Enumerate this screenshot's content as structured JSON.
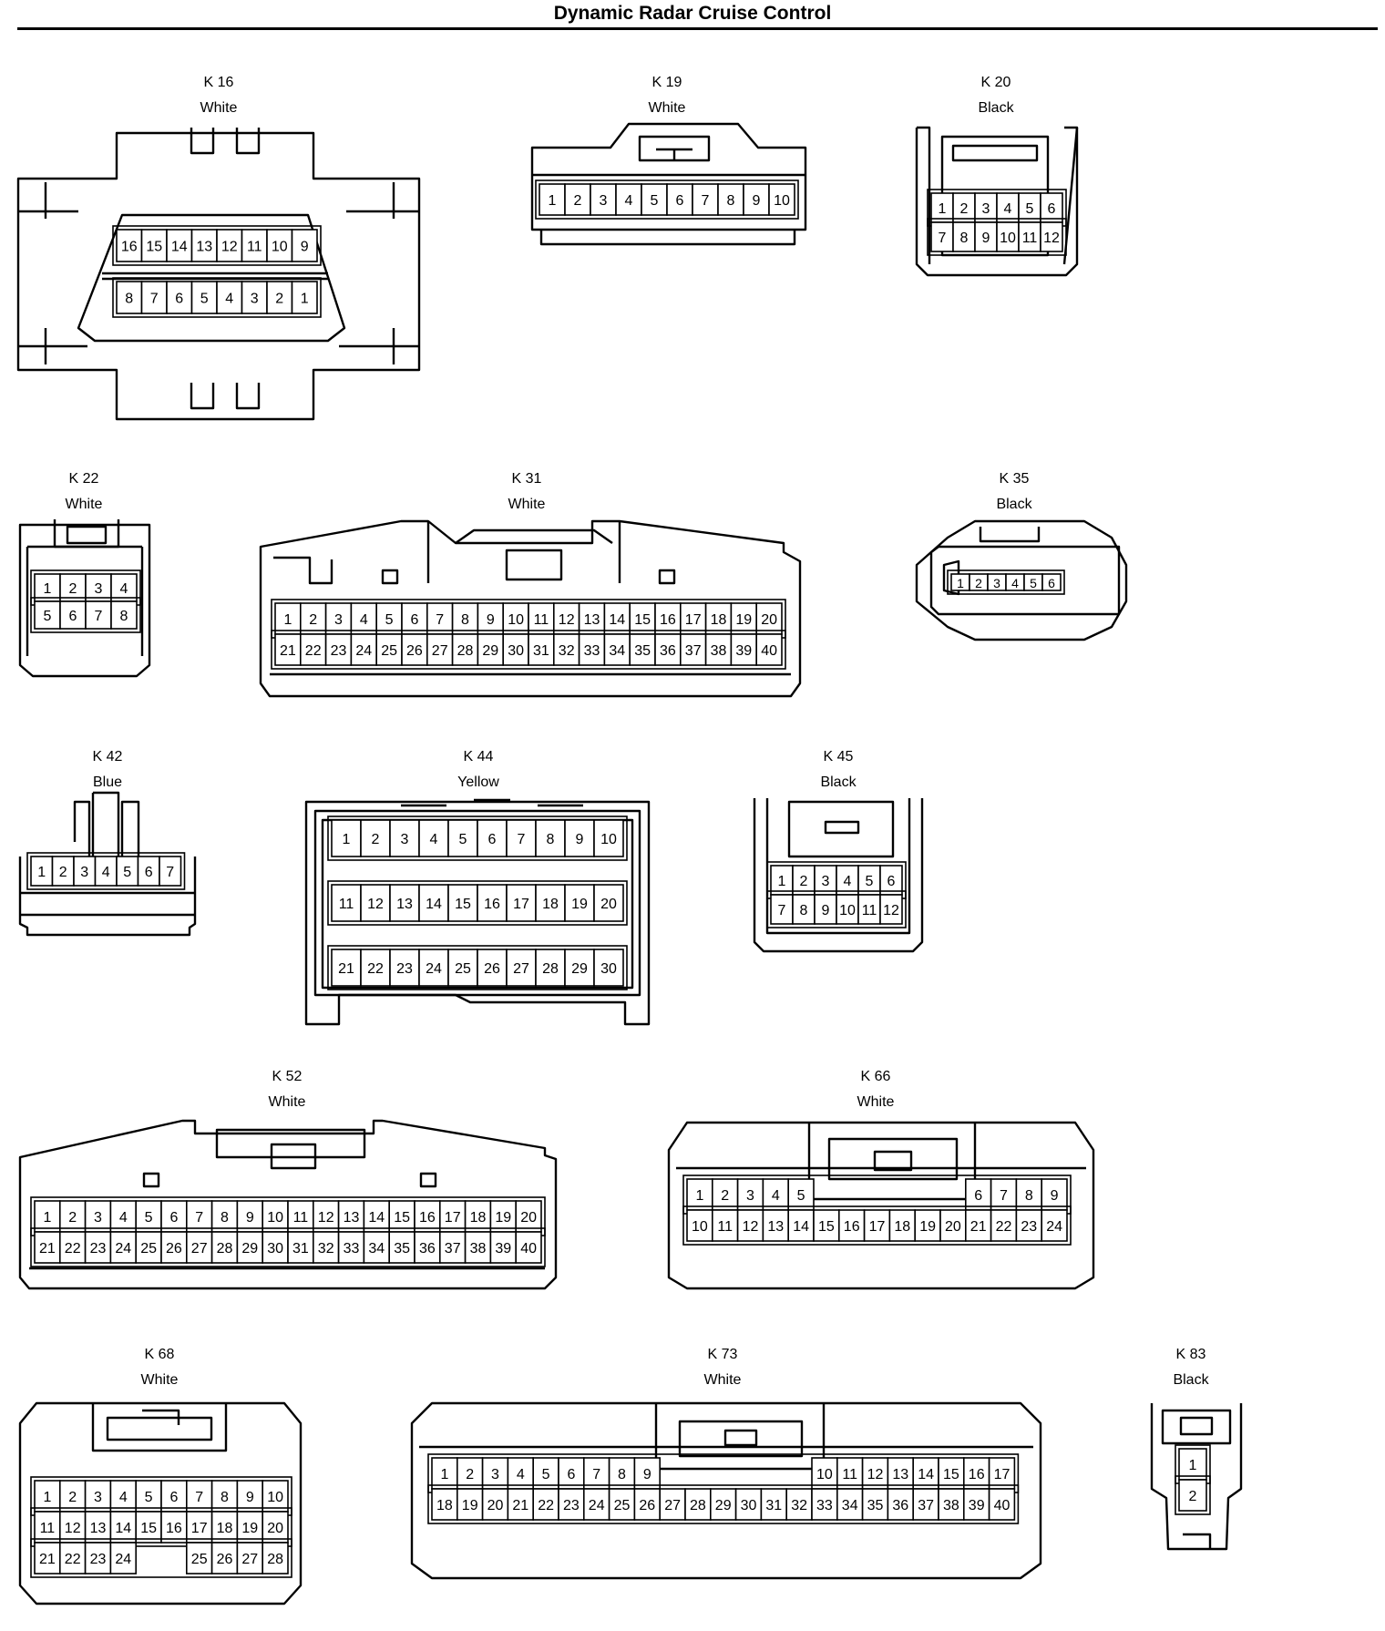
{
  "page_title": "Dynamic Radar Cruise Control",
  "connectors": [
    {
      "id": "K 16",
      "color": "White",
      "rows": [
        [
          "16",
          "15",
          "14",
          "13",
          "12",
          "11",
          "10",
          "9"
        ],
        [
          "8",
          "7",
          "6",
          "5",
          "4",
          "3",
          "2",
          "1"
        ]
      ]
    },
    {
      "id": "K 19",
      "color": "White",
      "rows": [
        [
          "1",
          "2",
          "3",
          "4",
          "5",
          "6",
          "7",
          "8",
          "9",
          "10"
        ]
      ]
    },
    {
      "id": "K 20",
      "color": "Black",
      "rows": [
        [
          "1",
          "2",
          "3",
          "4",
          "5",
          "6"
        ],
        [
          "7",
          "8",
          "9",
          "10",
          "11",
          "12"
        ]
      ]
    },
    {
      "id": "K 22",
      "color": "White",
      "rows": [
        [
          "1",
          "2",
          "3",
          "4"
        ],
        [
          "5",
          "6",
          "7",
          "8"
        ]
      ]
    },
    {
      "id": "K 31",
      "color": "White",
      "rows": [
        [
          "1",
          "2",
          "3",
          "4",
          "5",
          "6",
          "7",
          "8",
          "9",
          "10",
          "11",
          "12",
          "13",
          "14",
          "15",
          "16",
          "17",
          "18",
          "19",
          "20"
        ],
        [
          "21",
          "22",
          "23",
          "24",
          "25",
          "26",
          "27",
          "28",
          "29",
          "30",
          "31",
          "32",
          "33",
          "34",
          "35",
          "36",
          "37",
          "38",
          "39",
          "40"
        ]
      ]
    },
    {
      "id": "K 35",
      "color": "Black",
      "rows": [
        [
          "1",
          "2",
          "3",
          "4",
          "5",
          "6"
        ]
      ]
    },
    {
      "id": "K 42",
      "color": "Blue",
      "rows": [
        [
          "1",
          "2",
          "3",
          "4",
          "5",
          "6",
          "7"
        ]
      ]
    },
    {
      "id": "K 44",
      "color": "Yellow",
      "rows": [
        [
          "1",
          "2",
          "3",
          "4",
          "5",
          "6",
          "7",
          "8",
          "9",
          "10"
        ],
        [
          "11",
          "12",
          "13",
          "14",
          "15",
          "16",
          "17",
          "18",
          "19",
          "20"
        ],
        [
          "21",
          "22",
          "23",
          "24",
          "25",
          "26",
          "27",
          "28",
          "29",
          "30"
        ]
      ]
    },
    {
      "id": "K 45",
      "color": "Black",
      "rows": [
        [
          "1",
          "2",
          "3",
          "4",
          "5",
          "6"
        ],
        [
          "7",
          "8",
          "9",
          "10",
          "11",
          "12"
        ]
      ]
    },
    {
      "id": "K 52",
      "color": "White",
      "rows": [
        [
          "1",
          "2",
          "3",
          "4",
          "5",
          "6",
          "7",
          "8",
          "9",
          "10",
          "11",
          "12",
          "13",
          "14",
          "15",
          "16",
          "17",
          "18",
          "19",
          "20"
        ],
        [
          "21",
          "22",
          "23",
          "24",
          "25",
          "26",
          "27",
          "28",
          "29",
          "30",
          "31",
          "32",
          "33",
          "34",
          "35",
          "36",
          "37",
          "38",
          "39",
          "40"
        ]
      ]
    },
    {
      "id": "K 66",
      "color": "White",
      "rows": [
        [
          "1",
          "2",
          "3",
          "4",
          "5",
          "",
          "",
          "",
          "",
          "",
          "",
          "6",
          "7",
          "8",
          "9"
        ],
        [
          "10",
          "11",
          "12",
          "13",
          "14",
          "15",
          "16",
          "17",
          "18",
          "19",
          "20",
          "21",
          "22",
          "23",
          "24"
        ]
      ]
    },
    {
      "id": "K 68",
      "color": "White",
      "rows": [
        [
          "1",
          "2",
          "3",
          "4",
          "5",
          "6",
          "7",
          "8",
          "9",
          "10"
        ],
        [
          "11",
          "12",
          "13",
          "14",
          "15",
          "16",
          "17",
          "18",
          "19",
          "20"
        ],
        [
          "21",
          "22",
          "23",
          "24",
          "",
          "",
          "25",
          "26",
          "27",
          "28"
        ]
      ]
    },
    {
      "id": "K 73",
      "color": "White",
      "rows": [
        [
          "1",
          "2",
          "3",
          "4",
          "5",
          "6",
          "7",
          "8",
          "9",
          "",
          "",
          "",
          "",
          "",
          "",
          "10",
          "11",
          "12",
          "13",
          "14",
          "15",
          "16",
          "17"
        ],
        [
          "18",
          "19",
          "20",
          "21",
          "22",
          "23",
          "24",
          "25",
          "26",
          "27",
          "28",
          "29",
          "30",
          "31",
          "32",
          "33",
          "34",
          "35",
          "36",
          "37",
          "38",
          "39",
          "40"
        ]
      ]
    },
    {
      "id": "K 83",
      "color": "Black",
      "rows": [
        [
          "1"
        ],
        [
          "2"
        ]
      ]
    }
  ]
}
